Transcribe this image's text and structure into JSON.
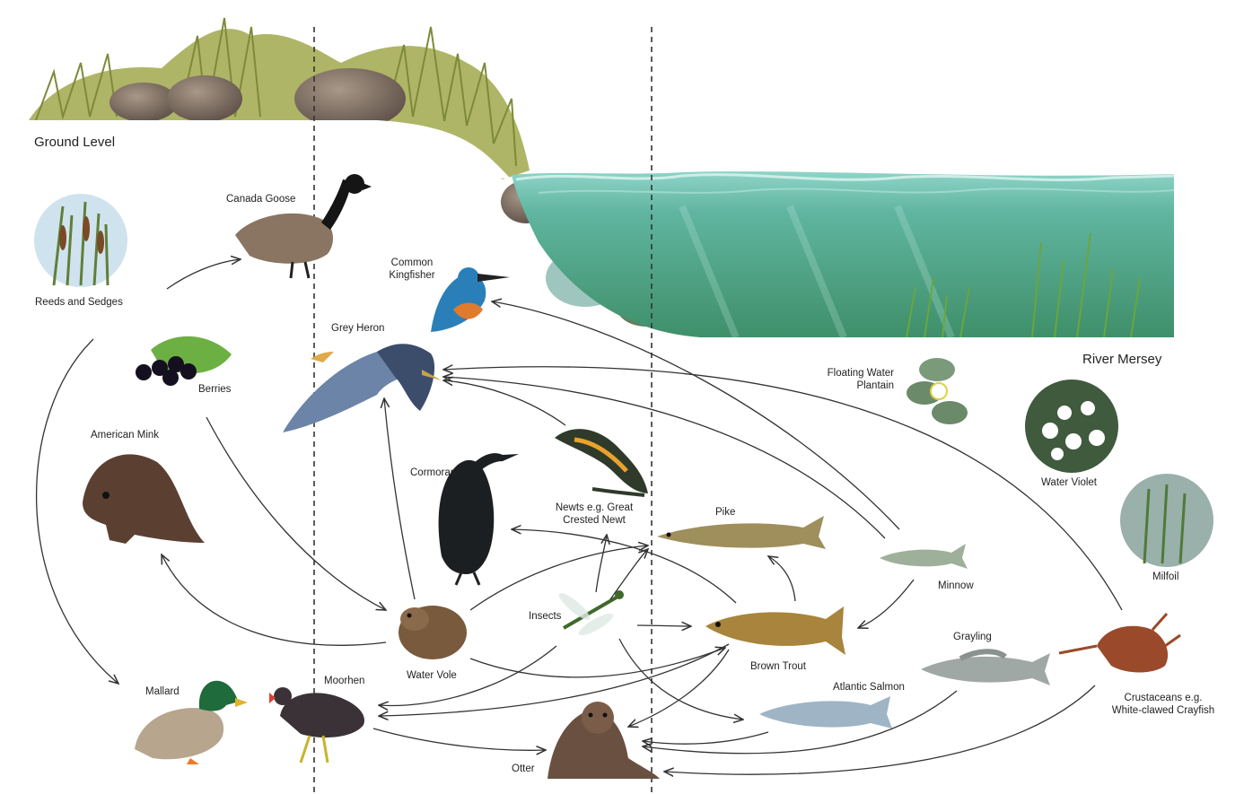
{
  "diagram": {
    "regions": {
      "ground_level": "Ground Level",
      "river": "River Mersey"
    },
    "species": {
      "reeds": "Reeds and Sedges",
      "berries": "Berries",
      "mink": "American Mink",
      "mallard": "Mallard",
      "goose": "Canada Goose",
      "heron": "Grey Heron",
      "moorhen": "Moorhen",
      "kingfisher_1": "Common",
      "kingfisher_2": "Kingfisher",
      "cormorant": "Cormorant",
      "vole": "Water Vole",
      "newt_1": "Newts e.g. Great",
      "newt_2": "Crested Newt",
      "insects": "Insects",
      "otter": "Otter",
      "pike": "Pike",
      "trout": "Brown Trout",
      "salmon": "Atlantic Salmon",
      "minnow": "Minnow",
      "grayling": "Grayling",
      "plantain_1": "Floating Water",
      "plantain_2": "Plantain",
      "water_violet": "Water Violet",
      "milfoil": "Milfoil",
      "crayfish_1": "Crustaceans e.g.",
      "crayfish_2": "White-clawed Crayfish"
    },
    "colors": {
      "water_top": "#7fc6bd",
      "water_deep": "#2f8a73",
      "grass": "#9aa34a",
      "rock": "#8a7a6e",
      "arrow": "#333333"
    }
  }
}
